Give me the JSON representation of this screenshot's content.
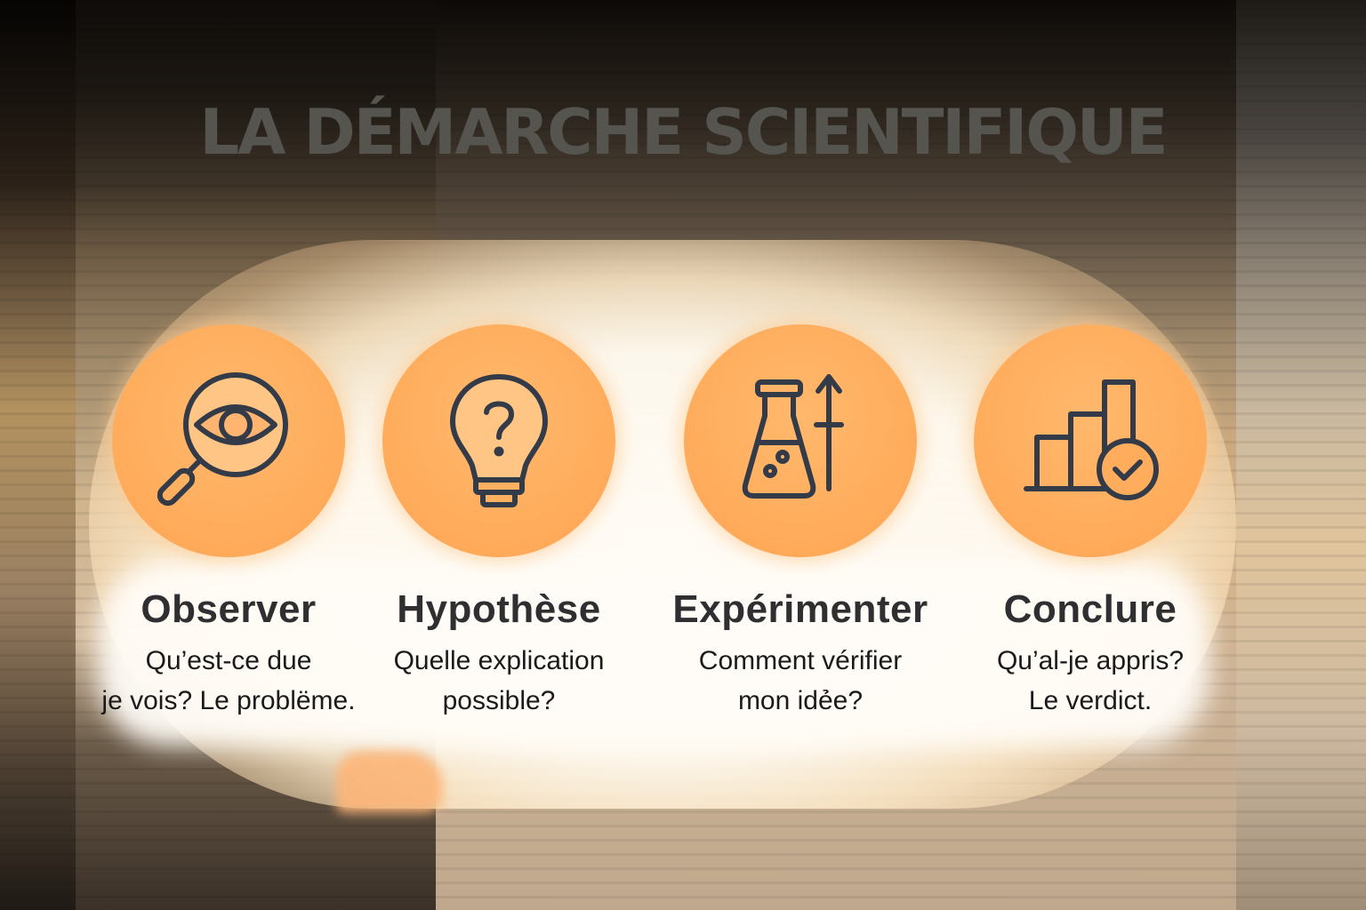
{
  "title": "LA DÉMARCHE SCIENTIFIQUE",
  "colors": {
    "circle_fill": "#ffad5d",
    "icon_stroke": "#333b48",
    "title_text": "#56544f",
    "step_title_text": "#2f2f31",
    "body_text": "#1a1a1a"
  },
  "steps": [
    {
      "icon": "magnifier-eye-icon",
      "title": "Observer",
      "line1": "Qu’est-ce due",
      "line2": "je vois? Le problëme."
    },
    {
      "icon": "lightbulb-question-icon",
      "title": "Hypothèse",
      "line1": "Quelle explication",
      "line2": "possible?"
    },
    {
      "icon": "flask-arrow-icon",
      "title": "Expérimenter",
      "line1": "Comment vérifier",
      "line2": "mon idẻe?"
    },
    {
      "icon": "bar-chart-check-icon",
      "title": "Conclure",
      "line1": "Qu’al-je appris?",
      "line2": "Le verdict."
    }
  ]
}
